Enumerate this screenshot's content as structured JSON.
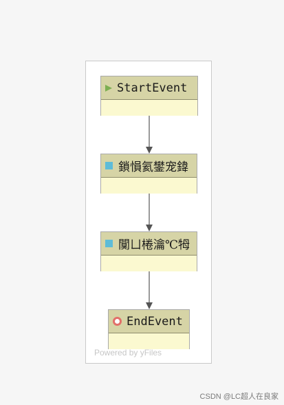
{
  "diagram": {
    "nodes": [
      {
        "label": "StartEvent",
        "icon": "play-icon",
        "icon_color": "#7cae52"
      },
      {
        "label": "鎖愪氦鐢宠鍏",
        "icon": "square-icon",
        "icon_color": "#5ebcd8"
      },
      {
        "label": "闃ㄩ棬瀹℃牳",
        "icon": "square-icon",
        "icon_color": "#5ebcd8"
      },
      {
        "label": "EndEvent",
        "icon": "ring-icon",
        "icon_color": "#e26f69"
      }
    ],
    "edges": [
      {
        "from": "StartEvent",
        "to": "鎖愪氦鐢宠鍏"
      },
      {
        "from": "鎖愪氦鐢宠鍏",
        "to": "闃ㄩ棬瀹℃牳"
      },
      {
        "from": "闃ㄩ棬瀹℃牳",
        "to": "EndEvent"
      }
    ],
    "header_color": "#d6d4a6",
    "body_color": "#fbf9d0",
    "edge_color": "#555555"
  },
  "footer": {
    "brand": "Powered by yFiles"
  },
  "watermark": "CSDN @LC超人在良家"
}
